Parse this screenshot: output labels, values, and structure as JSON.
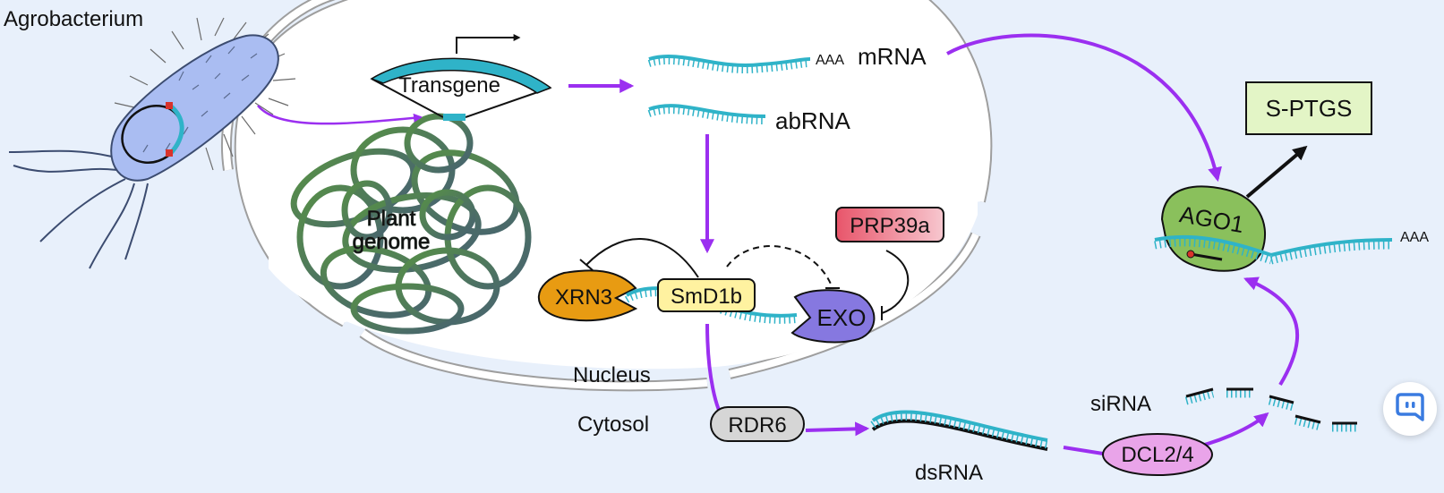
{
  "labels": {
    "agrobacterium": "Agrobacterium",
    "transgene": "Transgene",
    "plant_genome_1": "Plant",
    "plant_genome_2": "genome",
    "mrna_tail": "AAA",
    "mrna": "mRNA",
    "abrna": "abRNA",
    "xrn3": "XRN3",
    "smd1b": "SmD1b",
    "exo": "EXO",
    "prp39a": "PRP39a",
    "nucleus": "Nucleus",
    "cytosol": "Cytosol",
    "rdr6": "RDR6",
    "dsrna": "dsRNA",
    "dcl": "DCL2/4",
    "sirna": "siRNA",
    "ago1": "AGO1",
    "ago_tail": "AAA",
    "sptgs": "S-PTGS"
  },
  "icons": {
    "side_button": "chat-bubble-icon"
  },
  "colors": {
    "background": "#e8f0fb",
    "arrow": "#9b2ff0",
    "rna": "#2fb3c8",
    "bacterium": "#aabdf2",
    "xrn3": "#e89b12",
    "smd1b": "#fff2a0",
    "exo": "#8678e0",
    "prp39a": "#e8556a",
    "rdr6": "#d6d6d6",
    "dcl": "#e9a4e9",
    "ago1": "#8ac05c",
    "sptgs": "#e3f5c6"
  }
}
